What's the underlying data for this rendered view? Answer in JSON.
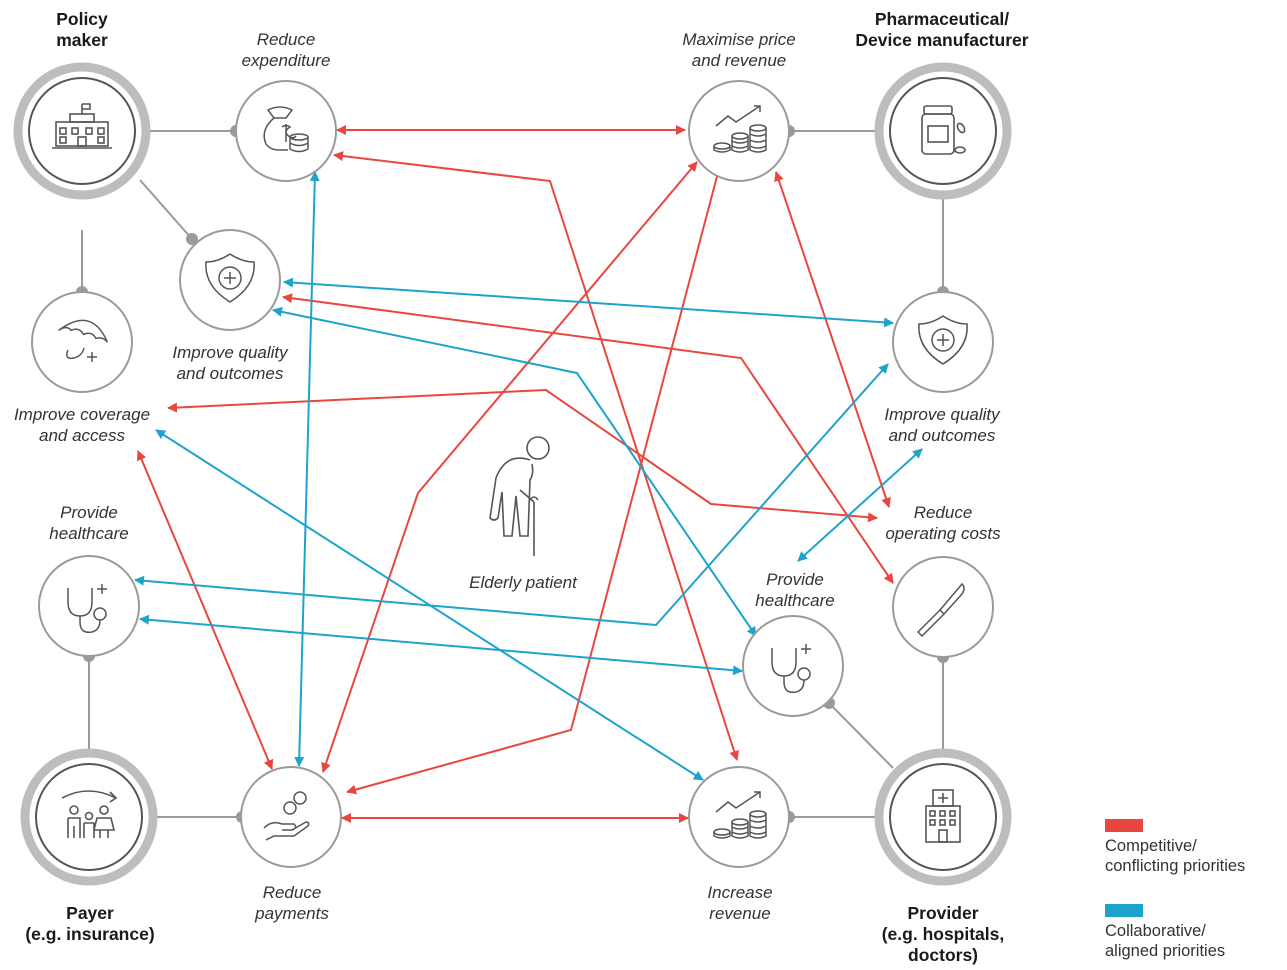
{
  "stakeholders": {
    "policy": "Policy\nmaker",
    "pharma": "Pharmaceutical/\nDevice manufacturer",
    "payer": "Payer\n(e.g. insurance)",
    "provider": "Provider\n(e.g. hospitals,\ndoctors)"
  },
  "priorities": {
    "reduce_expenditure": "Reduce\nexpenditure",
    "maximise_price": "Maximise price\nand revenue",
    "policy_quality": "Improve quality\nand outcomes",
    "improve_coverage": "Improve coverage\nand access",
    "pharma_quality": "Improve quality\nand outcomes",
    "reduce_operating": "Reduce\noperating costs",
    "payer_healthcare": "Provide\nhealthcare",
    "provider_healthcare": "Provide\nhealthcare",
    "reduce_payments": "Reduce\npayments",
    "increase_revenue": "Increase\nrevenue"
  },
  "center": {
    "label": "Elderly patient"
  },
  "legend": {
    "competitive": {
      "label": "Competitive/\nconflicting priorities",
      "color": "#e8473f"
    },
    "collaborative": {
      "label": "Collaborative/\naligned priorities",
      "color": "#1da3cc"
    }
  },
  "colors": {
    "ring": "#bdbdbd",
    "node": "#9a9a9a",
    "icon": "#555555"
  },
  "icons": {
    "policy": "government-building-icon",
    "pharma": "medicine-bottle-icon",
    "payer": "family-protection-icon",
    "provider": "hospital-icon",
    "reduce_expenditure": "money-bag-icon",
    "maximise_price": "coins-growth-icon",
    "policy_quality": "shield-cross-icon",
    "improve_coverage": "umbrella-icon",
    "pharma_quality": "shield-cross-icon",
    "operating_costs": "scalpel-icon",
    "payer_healthcare": "stethoscope-icon",
    "provider_healthcare": "stethoscope-icon",
    "reduce_payments": "hand-coins-icon",
    "increase_revenue": "coins-growth-icon",
    "patient": "elderly-patient-icon"
  }
}
